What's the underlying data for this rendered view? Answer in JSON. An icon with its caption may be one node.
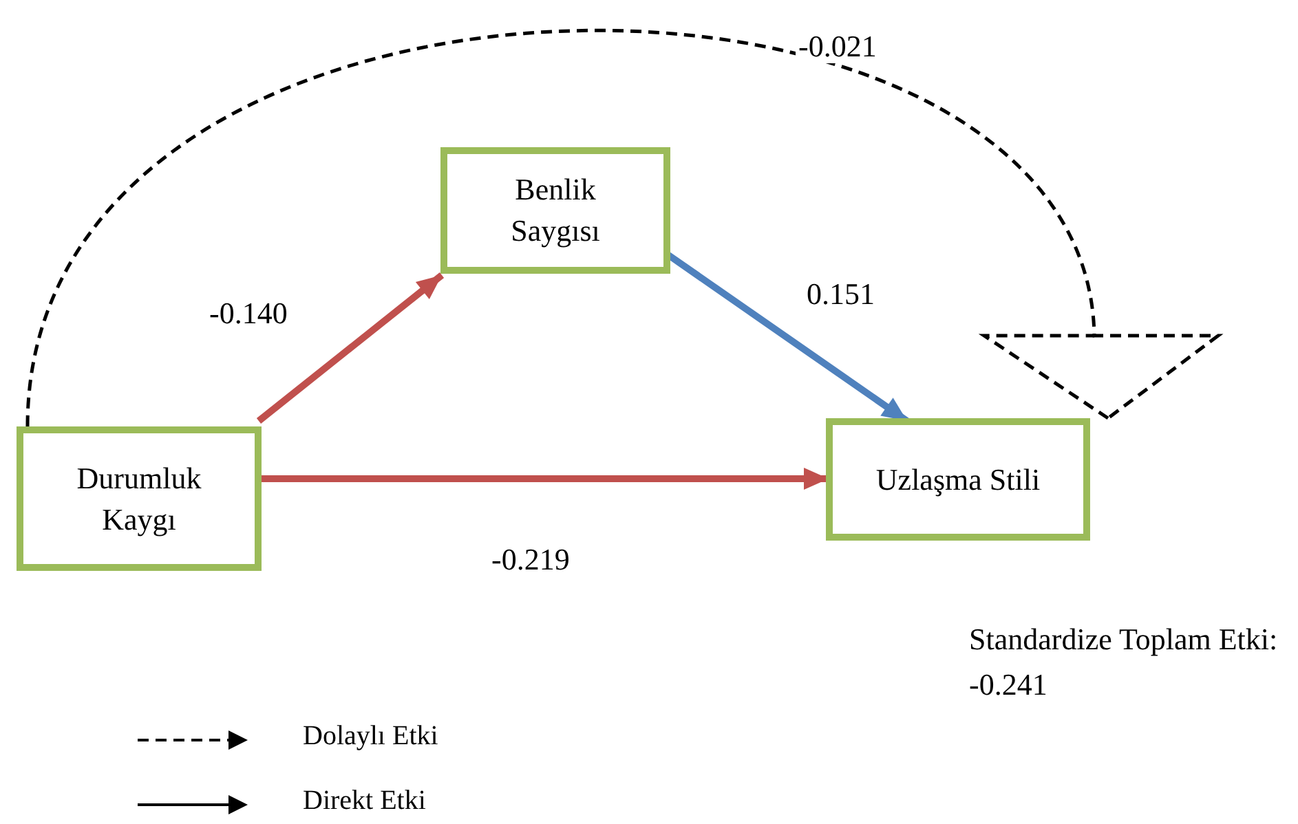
{
  "diagram": {
    "nodes": [
      {
        "text": [
          "Benlik Saygısı"
        ]
      },
      {
        "text": [
          "Durumluk Kaygı"
        ]
      },
      {
        "text": [
          "Uzlaşma Stili"
        ]
      }
    ],
    "edges": [
      {
        "from": 1,
        "to": 0,
        "arrow": "to",
        "label": "-0.140",
        "color": "#c0504d"
      },
      {
        "from": 0,
        "to": 2,
        "arrow": "to",
        "label": "0.151",
        "color": "#4f81bd"
      },
      {
        "from": 1,
        "to": 2,
        "arrow": "to",
        "label": "-0.219",
        "color": "#c0504d"
      },
      {
        "from": 1,
        "to": 2,
        "arrow": "to",
        "label": "-0.021",
        "style": "dashed",
        "color": "#000000"
      }
    ],
    "labels": [
      "Standardize Toplam Etki: -0.241"
    ],
    "legend": [
      {
        "text": "Dolaylı Etki"
      },
      {
        "text": "Direkt Etki"
      }
    ]
  }
}
